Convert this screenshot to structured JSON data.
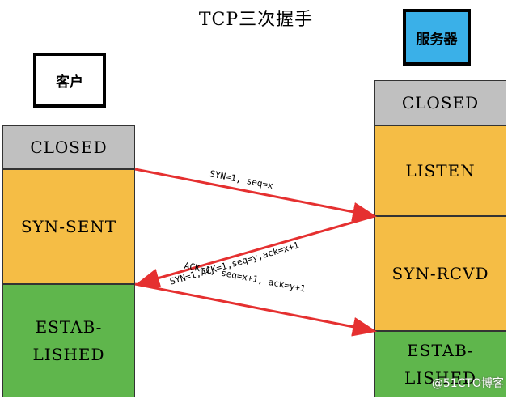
{
  "title": "TCP三次握手",
  "client": {
    "label": "客户",
    "states": [
      "CLOSED",
      "SYN-SENT",
      "ESTAB-\nLISHED"
    ]
  },
  "server": {
    "label": "服务器",
    "states": [
      "CLOSED",
      "LISTEN",
      "SYN-RCVD",
      "ESTAB-\nLISHED"
    ]
  },
  "messages": [
    {
      "text": "SYN=1, seq=x",
      "direction": "client-to-server"
    },
    {
      "text": "SYN=1,ACK=1,seq=y,ack=x+1",
      "direction": "server-to-client"
    },
    {
      "text": "ACK=1, seq=x+1, ack=y+1",
      "direction": "client-to-server"
    }
  ],
  "colors": {
    "closed": "#c0c0c0",
    "sent_rcvd_listen": "#f5bd45",
    "established": "#5fb64c",
    "server_actor": "#3ab0e8",
    "arrow": "#e53030"
  },
  "watermark": "@51CTO博客"
}
